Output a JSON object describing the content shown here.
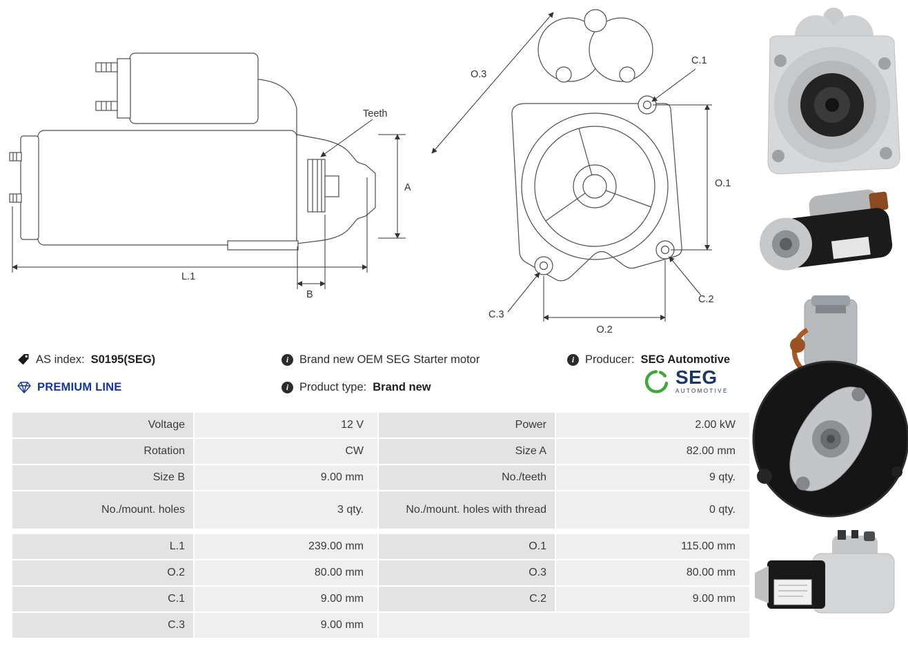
{
  "header": {
    "as_index_label": "AS index:",
    "as_index_value": "S0195(SEG)",
    "premium_line": "PREMIUM LINE",
    "brand_new_info": "Brand new OEM SEG Starter motor",
    "product_type_label": "Product type:",
    "product_type_value": "Brand new",
    "producer_label": "Producer:",
    "producer_value": "SEG Automotive",
    "seg_logo_text": "SEG",
    "seg_logo_sub": "AUTOMOTIVE"
  },
  "colors": {
    "premium_blue": "#1535a0",
    "seg_green": "#3fa83a",
    "seg_navy": "#1c3764",
    "table_label_bg": "#e3e3e3",
    "table_value_bg": "#efefef"
  },
  "diagram": {
    "side": {
      "teeth": "Teeth",
      "a": "A",
      "l1": "L.1",
      "b": "B"
    },
    "front": {
      "o3": "O.3",
      "c1": "C.1",
      "o1": "O.1",
      "o2": "O.2",
      "c2": "C.2",
      "c3": "C.3"
    }
  },
  "table": {
    "g1": [
      {
        "l1": "Voltage",
        "v1": "12 V",
        "l2": "Power",
        "v2": "2.00 kW"
      },
      {
        "l1": "Rotation",
        "v1": "CW",
        "l2": "Size A",
        "v2": "82.00 mm"
      },
      {
        "l1": "Size B",
        "v1": "9.00 mm",
        "l2": "No./teeth",
        "v2": "9 qty."
      },
      {
        "l1": "No./mount. holes",
        "v1": "3 qty.",
        "l2": "No./mount. holes with thread",
        "v2": "0 qty."
      }
    ],
    "g2": [
      {
        "l1": "L.1",
        "v1": "239.00 mm",
        "l2": "O.1",
        "v2": "115.00 mm"
      },
      {
        "l1": "O.2",
        "v1": "80.00 mm",
        "l2": "O.3",
        "v2": "80.00 mm"
      },
      {
        "l1": "C.1",
        "v1": "9.00 mm",
        "l2": "C.2",
        "v2": "9.00 mm"
      },
      {
        "l1": "C.3",
        "v1": "9.00 mm"
      }
    ]
  }
}
